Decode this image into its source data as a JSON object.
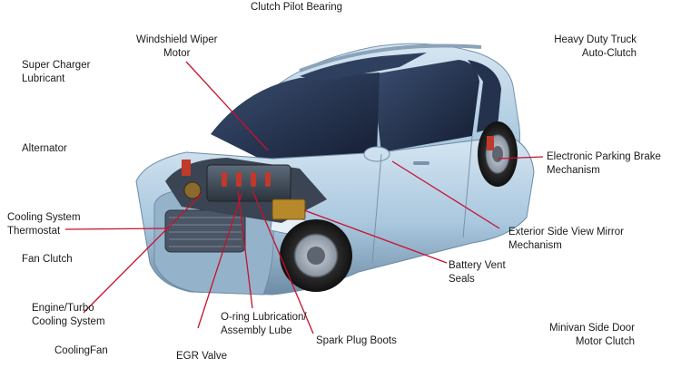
{
  "labels": {
    "clutch_pilot_bearing": [
      "Clutch Pilot Bearing"
    ],
    "windshield_wiper_motor": [
      "Windshield Wiper",
      "Motor"
    ],
    "heavy_duty_truck": [
      "Heavy Duty Truck",
      "Auto-Clutch"
    ],
    "super_charger": [
      "Super Charger",
      "Lubricant"
    ],
    "alternator": [
      "Alternator"
    ],
    "electronic_parking_brake": [
      "Electronic Parking Brake",
      "Mechanism"
    ],
    "cooling_system_thermostat": [
      "Cooling System",
      "Thermostat"
    ],
    "exterior_side_view_mirror": [
      "Exterior Side View Mirror",
      "Mechanism"
    ],
    "fan_clutch": [
      "Fan Clutch"
    ],
    "battery_vent_seals": [
      "Battery Vent",
      "Seals"
    ],
    "engine_turbo_cooling": [
      "Engine/Turbo",
      "Cooling System"
    ],
    "oring_lubrication": [
      "O-ring Lubrication/",
      "Assembly Lube"
    ],
    "minivan_side_door": [
      "Minivan Side Door",
      "Motor Clutch"
    ],
    "spark_plug_boots": [
      "Spark Plug Boots"
    ],
    "cooling_fan": [
      "CoolingFan"
    ],
    "egr_valve": [
      "EGR Valve"
    ]
  },
  "colors": {
    "leader_line": "#c8102e",
    "car_body": "#a9c7de",
    "car_shadow": "#6f8ca6",
    "glass": "#1c2a44",
    "tire": "#2a2a2a",
    "text": "#1a1a1a"
  }
}
